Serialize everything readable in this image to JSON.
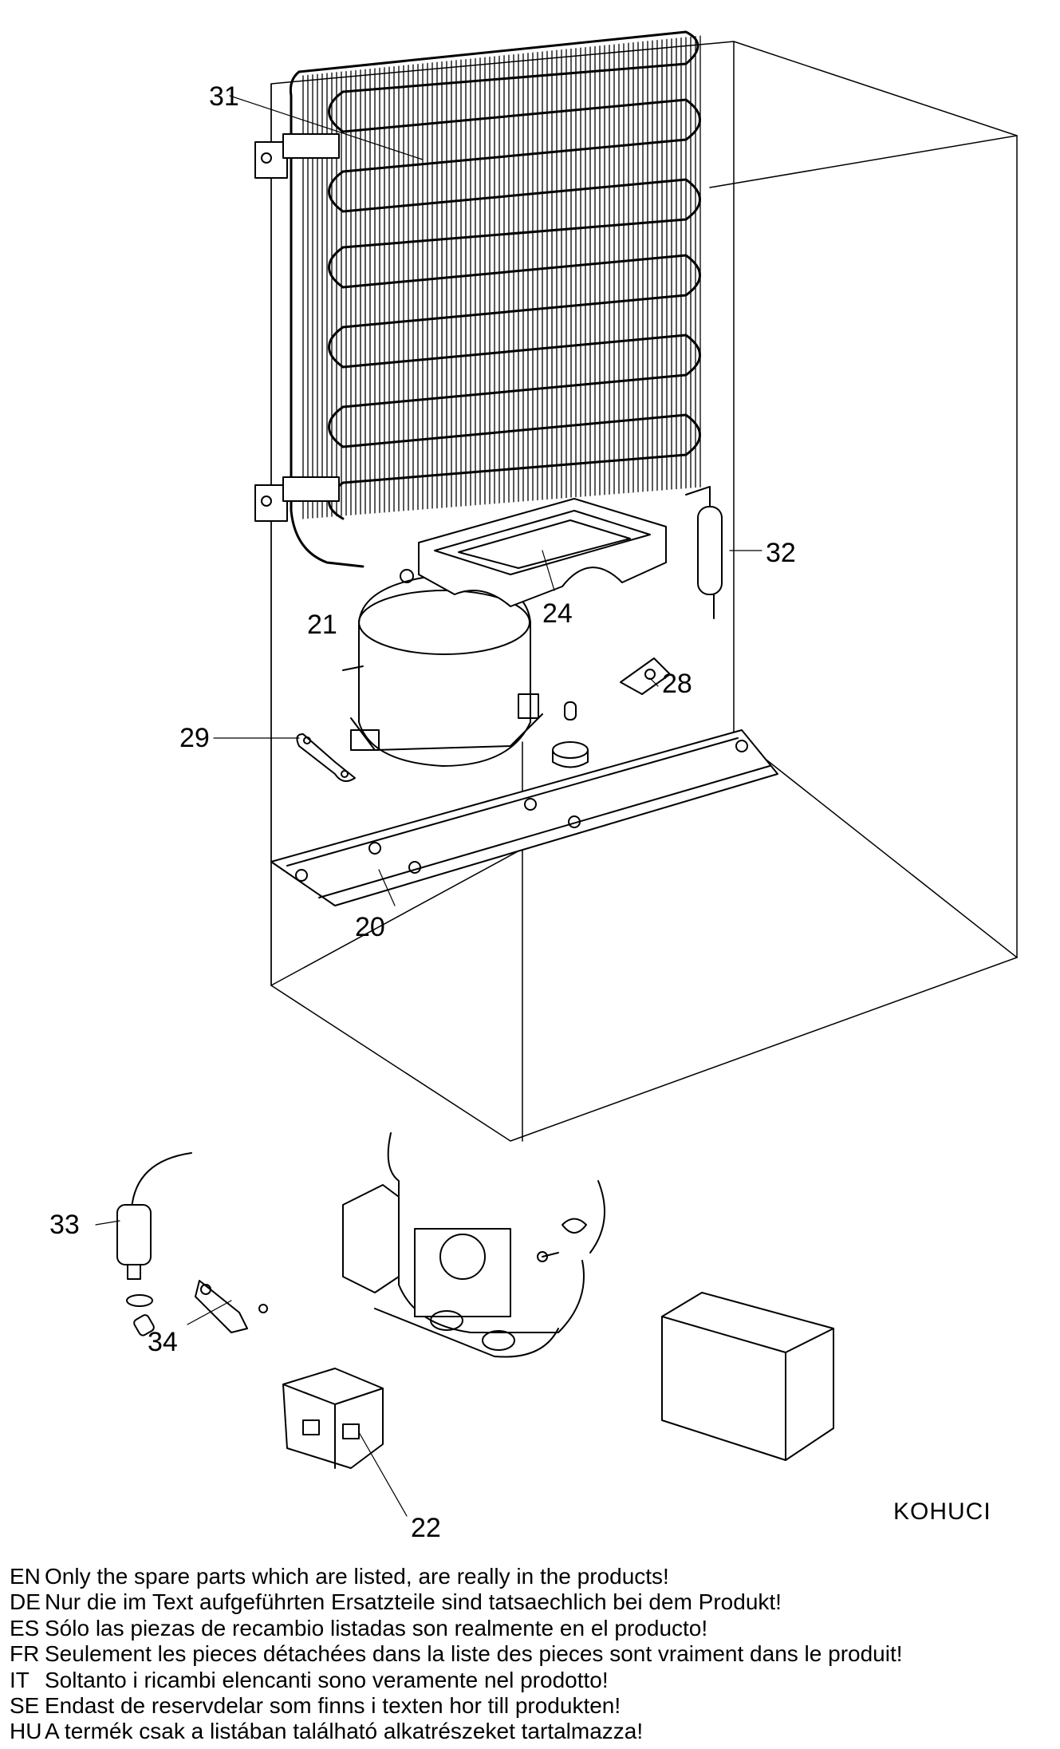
{
  "callouts": {
    "c31": "31",
    "c32": "32",
    "c24": "24",
    "c21": "21",
    "c28": "28",
    "c29": "29",
    "c20": "20",
    "c33": "33",
    "c34": "34",
    "c22": "22"
  },
  "model_code": "KOHUCI",
  "notes": [
    {
      "lang": "EN",
      "text": "Only the spare parts which are listed, are really in the products!"
    },
    {
      "lang": "DE",
      "text": "Nur die im Text aufgeführten Ersatzteile sind tatsaechlich bei dem Produkt!"
    },
    {
      "lang": "ES",
      "text": "Sólo las piezas de recambio  listadas son realmente en el producto!"
    },
    {
      "lang": "FR",
      "text": "Seulement les pieces détachées dans la liste des pieces sont vraiment dans le produit!"
    },
    {
      "lang": "IT",
      "text": "Soltanto i ricambi elencanti sono veramente nel prodotto!"
    },
    {
      "lang": "SE",
      "text": "Endast de reservdelar som finns i texten hor till produkten!"
    },
    {
      "lang": "HU",
      "text": "A termék csak a listában található alkatrészeket tartalmazza!"
    }
  ]
}
